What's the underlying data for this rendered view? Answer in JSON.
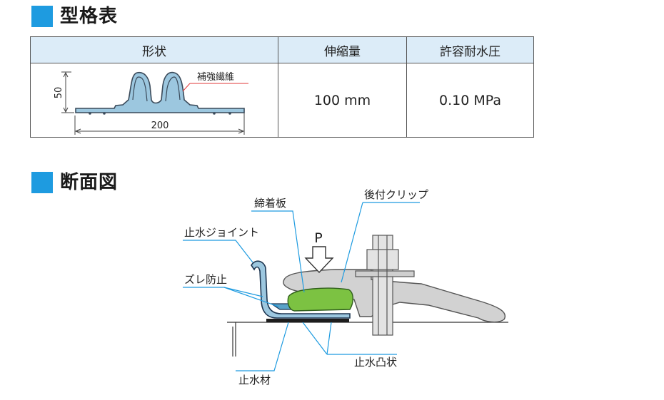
{
  "spec_section": {
    "title": "型格表",
    "table": {
      "headers": [
        "形状",
        "伸縮量",
        "許容耐水圧"
      ],
      "row": {
        "shape_labels": {
          "height": "50",
          "width": "200",
          "fiber": "補強繊維"
        },
        "expansion": "100 mm",
        "pressure": "0.10 MPa"
      }
    }
  },
  "cross_section": {
    "title": "断面図",
    "labels": {
      "clamp_plate": "締着板",
      "back_clip": "後付クリップ",
      "joint": "止水ジョイント",
      "load": "P",
      "anti_slip": "ズレ防止",
      "waterstop": "止水材",
      "convex": "止水凸状"
    }
  },
  "colors": {
    "accent": "#1e9be0",
    "header_bg": "#dcecf8",
    "joint_fill": "#9cc7df",
    "clamp_green": "#7cc242",
    "clip_gray": "#d2d2d2"
  }
}
